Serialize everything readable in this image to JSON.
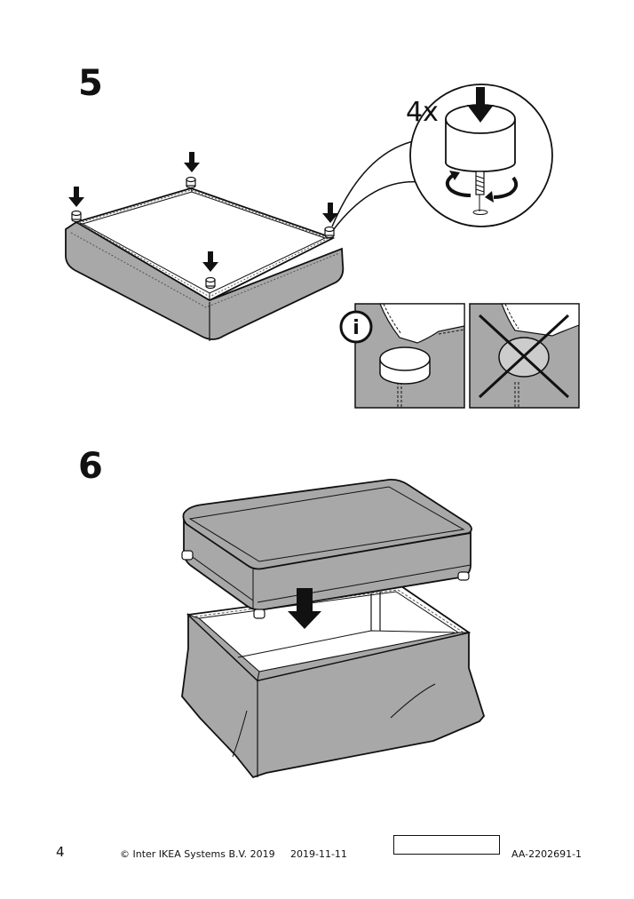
{
  "steps": [
    {
      "number": "5",
      "quantity_label": "4x"
    },
    {
      "number": "6"
    }
  ],
  "info_icon_glyph": "i",
  "footer": {
    "page_number": "4",
    "copyright": "© Inter IKEA Systems B.V. 2019",
    "date": "2019-11-11",
    "doc_id": "AA-2202691-1"
  },
  "colors": {
    "fabric": "#a8a8a8",
    "fabric_dark": "#8f8f8f",
    "line": "#111111"
  },
  "icons": [
    "down-arrow-icon",
    "rotate-arrow-icon",
    "info-icon",
    "cross-icon"
  ]
}
